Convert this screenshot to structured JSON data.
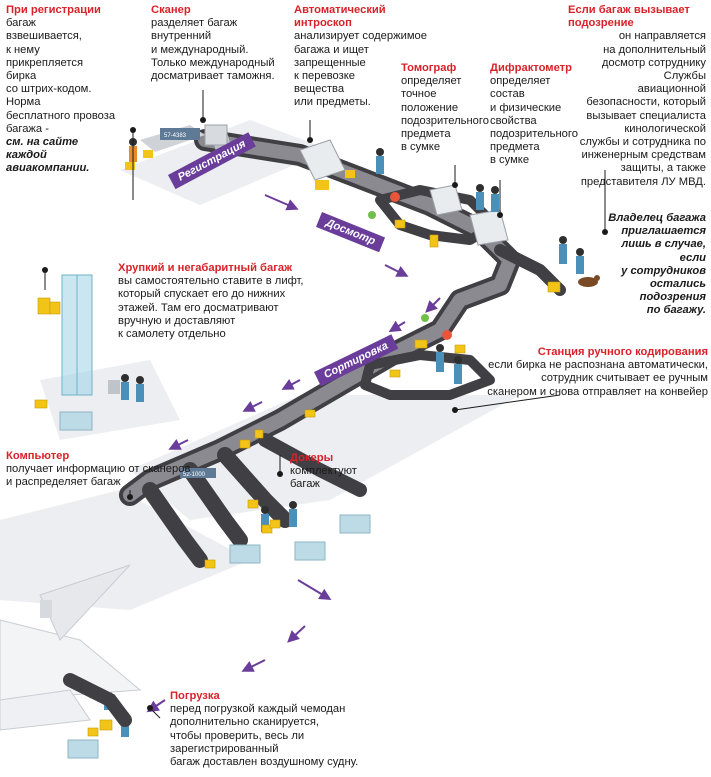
{
  "colors": {
    "accent": "#d8232a",
    "belt": "#3f3f44",
    "belt_top": "#8a8a90",
    "floor": "#e4e6ea",
    "tag": "#6a3d9a",
    "bag": "#f2c418",
    "worker": "#4a90b8",
    "glass": "#9fd4e6"
  },
  "notes": {
    "registration": {
      "title": "При регистрации",
      "body": "багаж\nвзвешивается,\nк нему\nприкрепляется\nбирка\nсо штрих-кодом.\nНорма\nбесплатного провоза\nбагажа -",
      "body_bold": "см. на сайте\nкаждой\nавиакомпании."
    },
    "scanner": {
      "title": "Сканер",
      "body": "разделяет багаж\nвнутренний\nи международный.\nТолько международный\nдосматривает таможня."
    },
    "xray": {
      "title": "Автоматический\nинтроскоп",
      "body": "анализирует содержимое\n багажа и ищет\nзапрещенные\nк перевозке\nвещества\nили предметы."
    },
    "tomograph": {
      "title": "Томограф",
      "body": "определяет\nточное\nположение\nподозрительного\nпредмета\nв сумке"
    },
    "diffractometer": {
      "title": "Дифрактометр",
      "body": "определяет\nсостав\nи физические\nсвойства\nподозрительного\nпредмета\nв сумке"
    },
    "suspicion": {
      "title": "Если багаж вызывает\nподозрение",
      "body": "он направляется\nна дополнительный\nдосмотр сотруднику\nСлужбы\nавиационной\nбезопасности, который\nвызывает специалиста\nкинологической\nслужбы и сотрудника по\nинженерным средствам\nзащиты, а также\nпредставителя ЛУ МВД."
    },
    "owner": {
      "body": "Владелец багажа\nприглашается\nлишь в случае,\nесли\nу сотрудников\nостались\nподозрения\nпо багажу."
    },
    "fragile": {
      "title": "Хрупкий и негабаритный багаж",
      "body": "вы самостоятельно ставите в лифт,\nкоторый спускает его до нижних\nэтажей. Там его  досматривают\nвручную и доставляют\nк самолету отдельно"
    },
    "manual": {
      "title": "Станция ручного кодирования",
      "body": "если бирка не распознана автоматически,\nсотрудник считывает ее ручным\nсканером и снова отправляет на конвейер"
    },
    "computer": {
      "title": "Компьютер",
      "body": "получает информацию от сканеров\nи распределяет багаж"
    },
    "dockers": {
      "title": "Докеры",
      "body": "комплектуют\nбагаж"
    },
    "loading": {
      "title": "Погрузка",
      "body": "перед погрузкой каждый чемодан\nдополнительно сканируется,\nчтобы проверить, весь ли зарегистрированный\nбагаж доставлен воздушному судну."
    }
  },
  "tags": {
    "registration": "Регистрация",
    "inspection": "Досмотр",
    "sorting": "Сортировка"
  },
  "signs": {
    "desk": "57-4383",
    "sorting_sign": "52-1000"
  }
}
